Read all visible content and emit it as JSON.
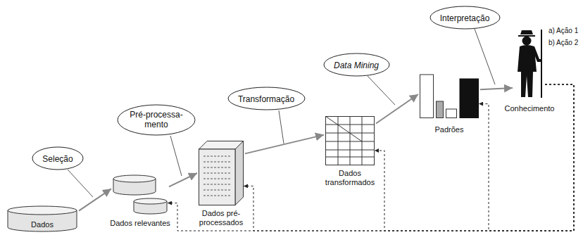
{
  "diagram": {
    "nodes": [
      {
        "text": [
          "Dados"
        ]
      },
      {
        "text": [
          "Seleção"
        ]
      },
      {
        "text": [
          "Dados relevantes"
        ]
      },
      {
        "text": [
          "Pré-processa- mento"
        ]
      },
      {
        "text": [
          "Dados pré-processados"
        ]
      },
      {
        "text": [
          "Transformação"
        ]
      },
      {
        "text": [
          "Dados transformados"
        ]
      },
      {
        "text": [
          "Data Mining"
        ]
      },
      {
        "text": [
          "Padrões"
        ]
      },
      {
        "text": [
          "Interpretação"
        ]
      },
      {
        "text": [
          "Conhecimento"
        ]
      }
    ],
    "edges": [
      {
        "from": 0,
        "to": 2,
        "arrow": "to"
      },
      {
        "from": 2,
        "to": 4,
        "arrow": "to"
      },
      {
        "from": 4,
        "to": 6,
        "arrow": "to"
      },
      {
        "from": 6,
        "to": 8,
        "arrow": "to"
      },
      {
        "from": 8,
        "to": 10,
        "arrow": "to"
      },
      {
        "from": 10,
        "to": 2,
        "arrow": "to"
      },
      {
        "from": 10,
        "to": 4,
        "arrow": "to"
      },
      {
        "from": 10,
        "to": 6,
        "arrow": "to"
      },
      {
        "from": 10,
        "to": 8,
        "arrow": "to"
      }
    ],
    "labels": [
      "a) Ação 1",
      "b) Ação 2"
    ]
  }
}
